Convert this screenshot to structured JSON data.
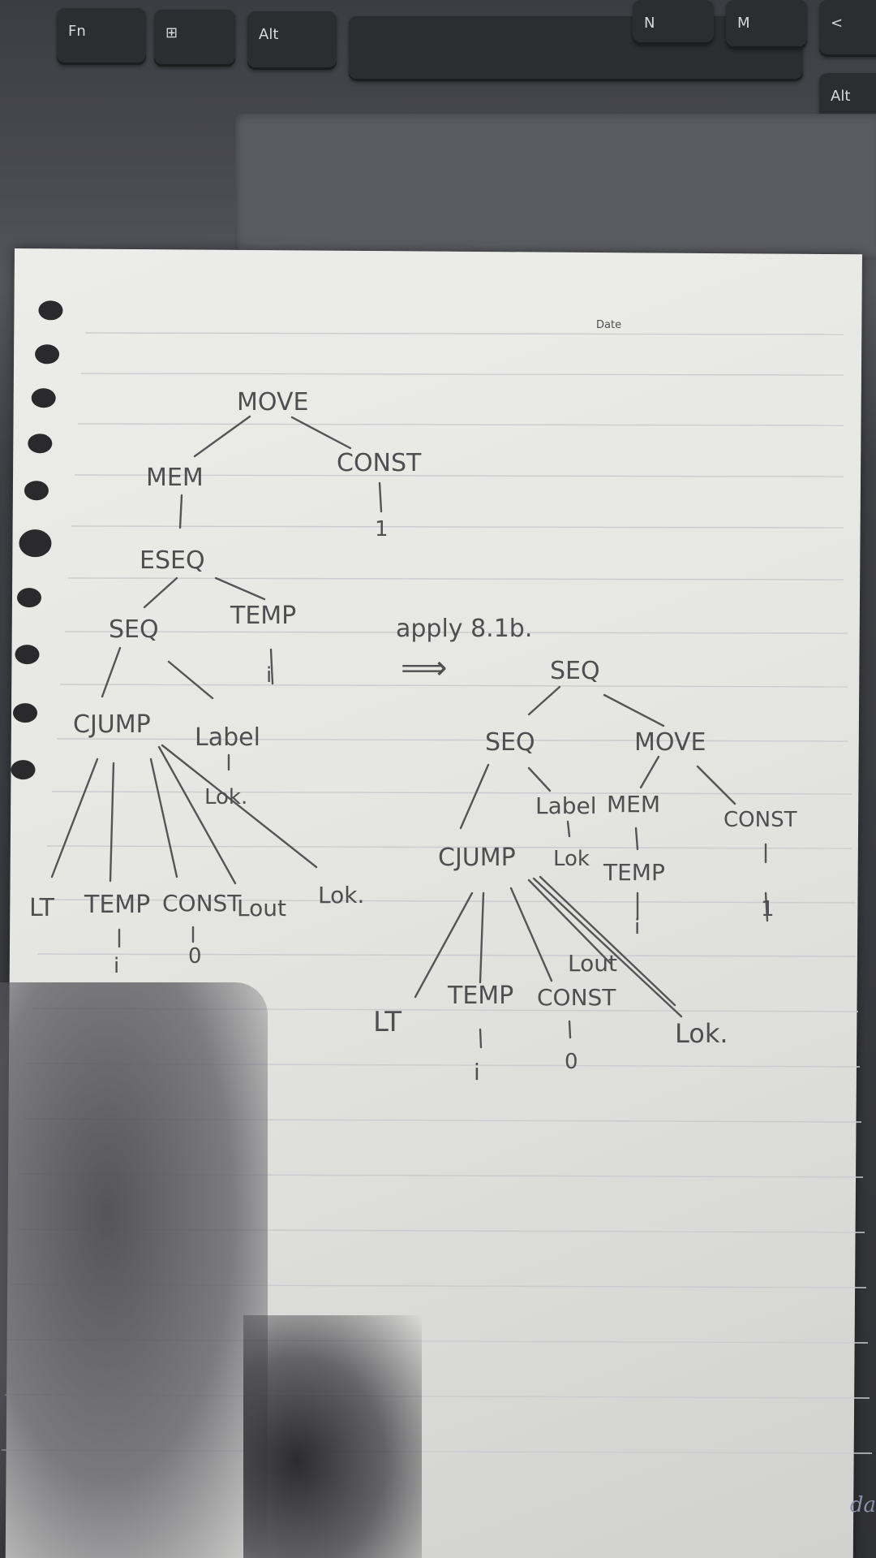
{
  "keyboard": {
    "keys": [
      "Fn",
      "⊞",
      "Alt",
      "N",
      "M",
      "<",
      "Alt"
    ]
  },
  "paper": {
    "header": "Date",
    "footer": "da"
  },
  "left_tree": {
    "nodes": {
      "move": "MOVE",
      "mem": "MEM",
      "const_top": "CONST",
      "const_top_val": "1",
      "eseq": "ESEQ",
      "seq": "SEQ",
      "temp": "TEMP",
      "temp_val": "i",
      "cjump": "CJUMP",
      "label": "Label",
      "label_val": "Lok.",
      "lt": "LT",
      "temp2": "TEMP",
      "temp2_val": "i",
      "const2": "CONST",
      "const2_val": "0",
      "lout": "Lout",
      "lok": "Lok."
    }
  },
  "annotation": {
    "text": "apply 8.1b.",
    "arrow": "⟹"
  },
  "right_tree": {
    "nodes": {
      "seq_root": "SEQ",
      "seq": "SEQ",
      "move": "MOVE",
      "cjump": "CJUMP",
      "label": "Label",
      "label_val": "Lok",
      "mem": "MEM",
      "temp_mem": "TEMP",
      "temp_mem_val": "i",
      "const": "CONST",
      "const_val": "1",
      "lt": "LT",
      "temp": "TEMP",
      "temp_val": "i",
      "const0": "CONST",
      "const0_val": "0",
      "lout": "Lout",
      "lok": "Lok."
    }
  }
}
